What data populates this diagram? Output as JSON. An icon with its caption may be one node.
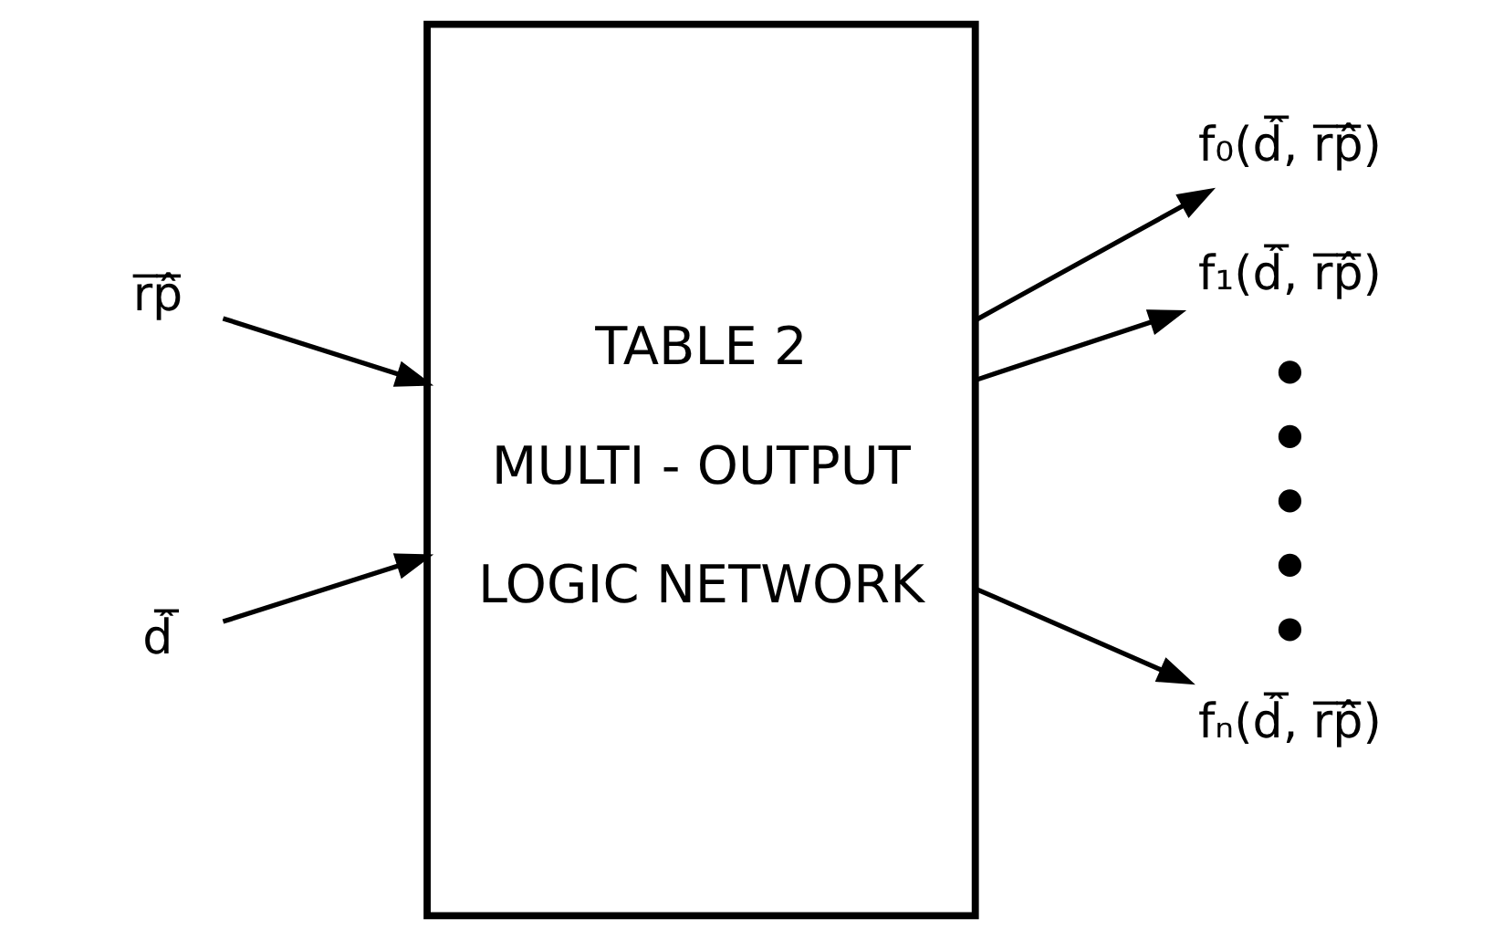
{
  "diagram": {
    "nodes": [
      {
        "text": [
          "r̅p̂̅"
        ]
      },
      {
        "text": [
          "d̂̅"
        ]
      },
      {
        "text": [
          "TABLE 2",
          "MULTI - OUTPUT LOGIC NETWORK"
        ]
      },
      {
        "text": [
          "f₀(d̂̅, r̅p̂̅)"
        ]
      },
      {
        "text": [
          "f₁(d̂̅, r̅p̂̅)"
        ]
      },
      {
        "text": [
          "fₙ(d̂̅, r̅p̂̅)"
        ]
      }
    ],
    "edges": [
      {
        "from": 0,
        "to": 2,
        "arrow": "to"
      },
      {
        "from": 1,
        "to": 2,
        "arrow": "to"
      },
      {
        "from": 2,
        "to": 3,
        "arrow": "to"
      },
      {
        "from": 2,
        "to": 4,
        "arrow": "to"
      },
      {
        "from": 2,
        "to": 5,
        "arrow": "to"
      }
    ]
  }
}
